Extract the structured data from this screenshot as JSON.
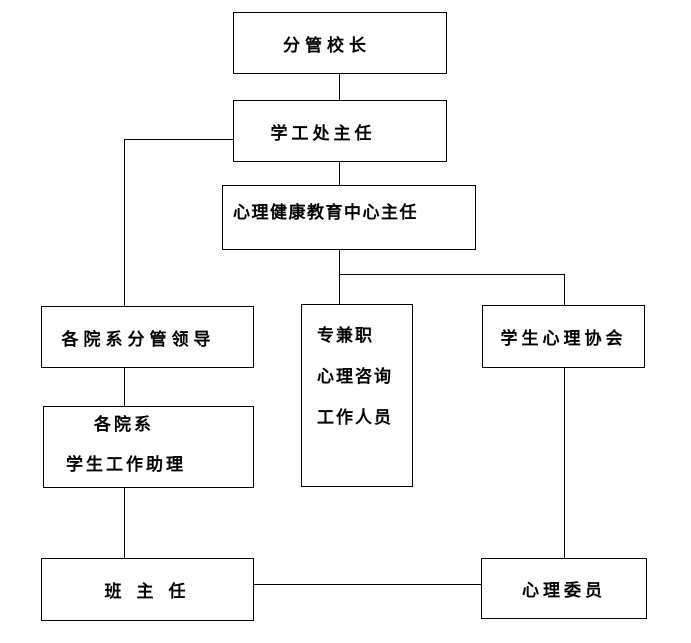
{
  "nodes": {
    "vice_principal": {
      "label": "分管校长"
    },
    "student_affairs_director": {
      "label": "学工处主任"
    },
    "mental_health_center_director": {
      "label": "心理健康教育中心主任"
    },
    "department_leaders": {
      "label": "各院系分管领导"
    },
    "counseling_staff": {
      "line1": "专兼职",
      "line2": "心理咨询",
      "line3": "工作人员"
    },
    "student_psych_association": {
      "label": "学生心理协会"
    },
    "student_work_assistants": {
      "line1": "各院系",
      "line2": "学生工作助理"
    },
    "class_teacher": {
      "label": "班主任"
    },
    "psych_committee": {
      "label": "心理委员"
    }
  },
  "colors": {
    "background": "#ffffff",
    "line": "#000000",
    "text": "#000000"
  }
}
